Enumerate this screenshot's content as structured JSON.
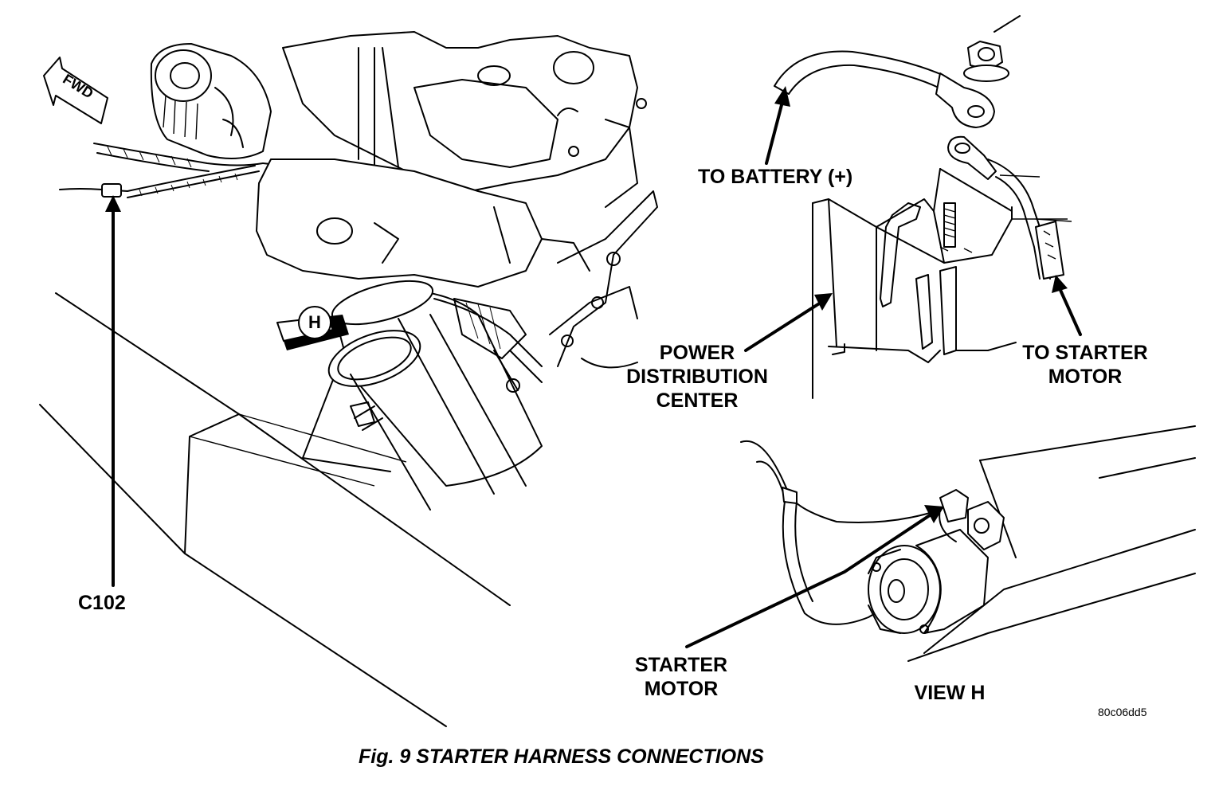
{
  "labels": {
    "fwd": "FWD",
    "c102": "C102",
    "view_callout": "H",
    "to_battery": "TO BATTERY (+)",
    "power_distribution_center": [
      "POWER",
      "DISTRIBUTION",
      "CENTER"
    ],
    "to_starter_motor": [
      "TO STARTER",
      "MOTOR"
    ],
    "starter_motor": [
      "STARTER",
      "MOTOR"
    ],
    "view_h": "VIEW H",
    "image_code": "80c06dd5"
  },
  "caption": "Fig. 9 STARTER HARNESS CONNECTIONS"
}
